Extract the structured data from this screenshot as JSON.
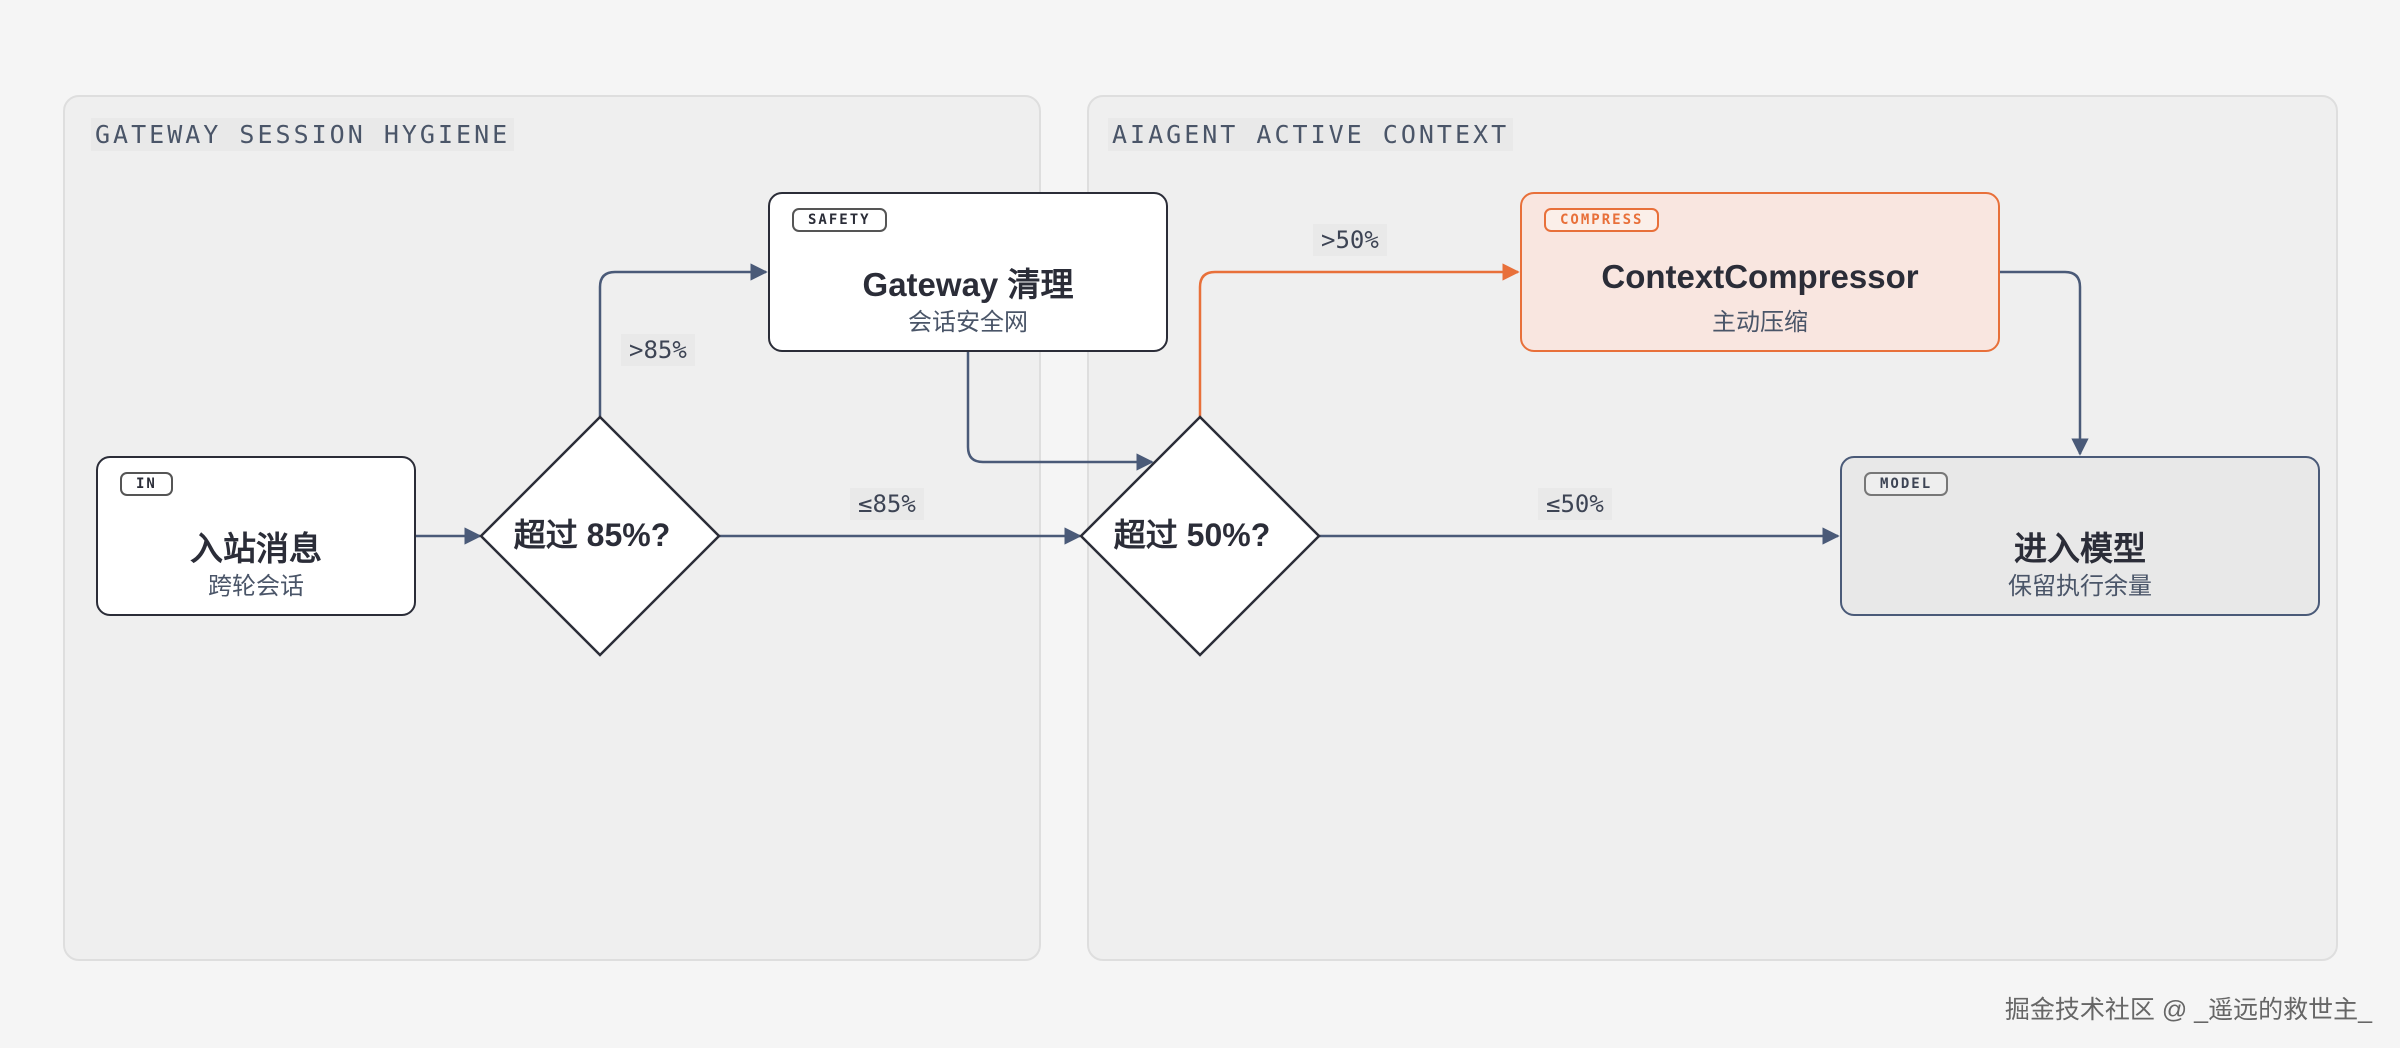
{
  "colors": {
    "accent": "#e8703a",
    "ink": "#2b2d38",
    "edge": "#4a5a78",
    "panel": "#efefef"
  },
  "panels": {
    "left_title": "GATEWAY SESSION HYGIENE",
    "right_title": "AIAGENT ACTIVE CONTEXT"
  },
  "nodes": {
    "inbound": {
      "badge": "IN",
      "title": "入站消息",
      "subtitle": "跨轮会话"
    },
    "gateway": {
      "badge": "SAFETY",
      "title": "Gateway 清理",
      "subtitle": "会话安全网"
    },
    "compressor": {
      "badge": "COMPRESS",
      "title": "ContextCompressor",
      "subtitle": "主动压缩"
    },
    "model": {
      "badge": "MODEL",
      "title": "进入模型",
      "subtitle": "保留执行余量"
    }
  },
  "decisions": {
    "d85": "超过 85%?",
    "d50": "超过 50%?"
  },
  "edge_labels": {
    "gt85": ">85%",
    "le85": "≤85%",
    "gt50": ">50%",
    "le50": "≤50%"
  },
  "footer": "掘金技术社区 @ _遥远的救世主_"
}
